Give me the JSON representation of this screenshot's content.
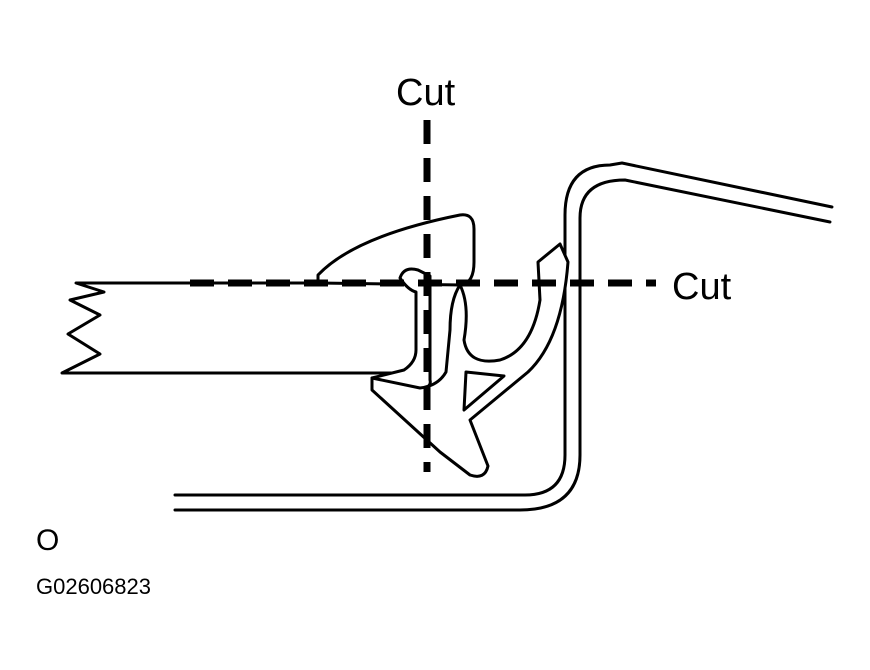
{
  "labels": {
    "cut_vertical": "Cut",
    "cut_horizontal": "Cut",
    "corner_mark": "O",
    "figure_id": "G02606823"
  },
  "colors": {
    "ink": "#000000",
    "paper": "#ffffff"
  }
}
